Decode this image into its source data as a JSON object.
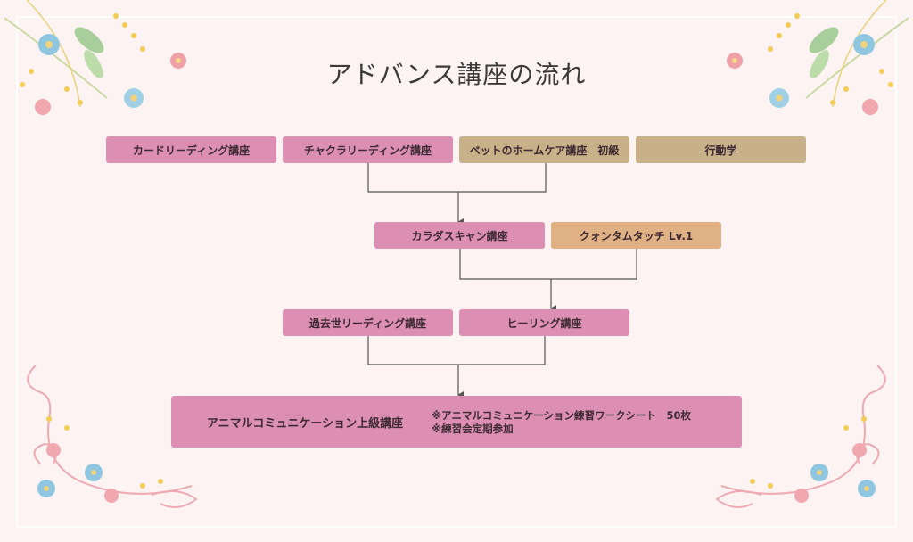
{
  "title": "アドバンス講座の流れ",
  "row1": [
    {
      "label": "カードリーディング講座",
      "color": "#dc8fb3"
    },
    {
      "label": "チャクラリーディング講座",
      "color": "#dc8fb3"
    },
    {
      "label": "ペットのホームケア講座　初級",
      "color": "#c8b089"
    },
    {
      "label": "行動学",
      "color": "#c8b089"
    }
  ],
  "row2": [
    {
      "label": "カラダスキャン講座",
      "color": "#dc8fb3"
    },
    {
      "label": "クォンタムタッチ Lv.1",
      "color": "#e0b184"
    }
  ],
  "row3": [
    {
      "label": "過去世リーディング講座",
      "color": "#dc8fb3"
    },
    {
      "label": "ヒーリング講座",
      "color": "#dc8fb3"
    }
  ],
  "final": {
    "label": "アニマルコミュニケーション上級講座",
    "notes": [
      "※アニマルコミュニケーション練習ワークシート　50枚",
      "※練習会定期参加"
    ]
  }
}
